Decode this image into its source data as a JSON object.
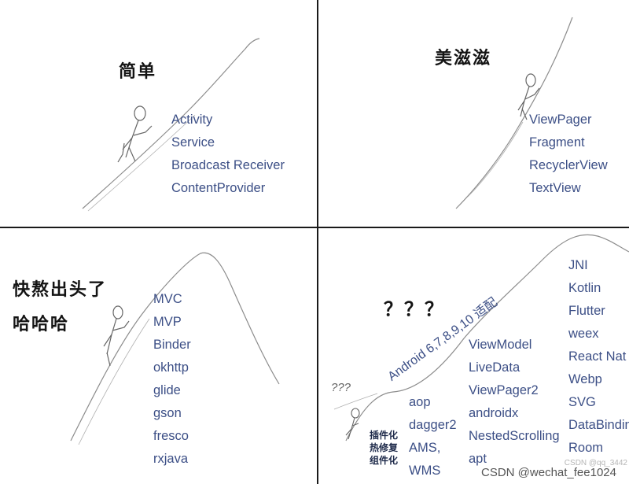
{
  "panels": [
    {
      "title_lines": [
        "简单"
      ],
      "items": [
        "Activity",
        "Service",
        "Broadcast Receiver",
        "ContentProvider"
      ]
    },
    {
      "title_lines": [
        "美滋滋"
      ],
      "items": [
        "ViewPager",
        "Fragment",
        "RecyclerView",
        "TextView"
      ]
    },
    {
      "title_lines": [
        "快熬出头了",
        "哈哈哈"
      ],
      "items": [
        "MVC",
        "MVP",
        "Binder",
        "okhttp",
        "glide",
        "gson",
        "fresco",
        "rxjava"
      ]
    },
    {
      "title_lines": [
        "？？？"
      ],
      "hiker_note": "???",
      "diagonal_label": "Android 6,7,8,9,10 适配",
      "side_labels": [
        "插件化",
        "热修复",
        "组件化"
      ],
      "col_a": [
        "aop",
        "dagger2",
        "AMS,",
        "WMS"
      ],
      "col_b": [
        "ViewModel",
        "LiveData",
        "ViewPager2",
        "androidx",
        "NestedScrolling",
        "apt"
      ],
      "col_c": [
        "JNI",
        "Kotlin",
        "Flutter",
        "weex",
        "React Nat",
        "Webp",
        "SVG",
        "DataBindin",
        "Room"
      ]
    }
  ],
  "watermark": {
    "main": "CSDN @wechat_fee1024",
    "faint": "CSDN @qq_3442"
  },
  "colors": {
    "label_blue": "#3c4f86",
    "line": "#8c8c8c",
    "frame": "#1a1a1a"
  }
}
